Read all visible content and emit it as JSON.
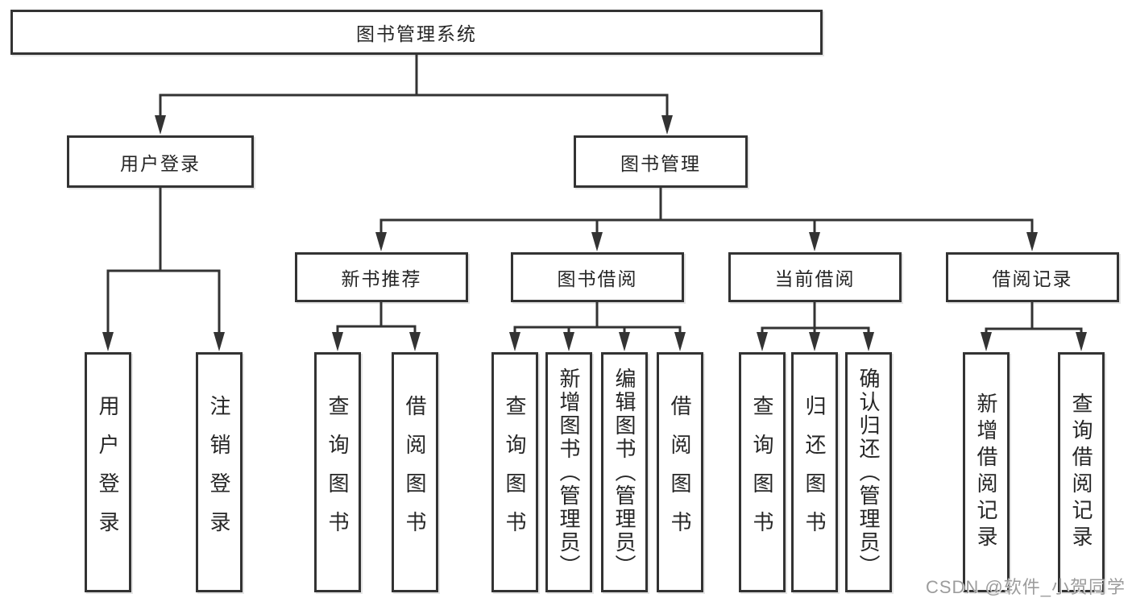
{
  "nodes": {
    "root": "图书管理系统",
    "user_login": "用户登录",
    "book_mgmt": "图书管理",
    "new_book_rec": "新书推荐",
    "book_borrow": "图书借阅",
    "current_borrow": "当前借阅",
    "borrow_record": "借阅记录",
    "ul_login": "用户登录",
    "ul_logout": "注销登录",
    "nb_query": "查询图书",
    "nb_borrow": "借阅图书",
    "bb_query": "查询图书",
    "bb_add": "新增图书（管理员）",
    "bb_edit": "编辑图书（管理员）",
    "bb_borrow": "借阅图书",
    "cb_query": "查询图书",
    "cb_return": "归还图书",
    "cb_confirm": "确认归还（管理员）",
    "br_add": "新增借阅记录",
    "br_query": "查询借阅记录"
  },
  "watermark": "CSDN @软件_小贺同学",
  "colors": {
    "line": "#333333",
    "text": "#262626",
    "watermark": "#9c9c9c",
    "background": "#ffffff"
  }
}
